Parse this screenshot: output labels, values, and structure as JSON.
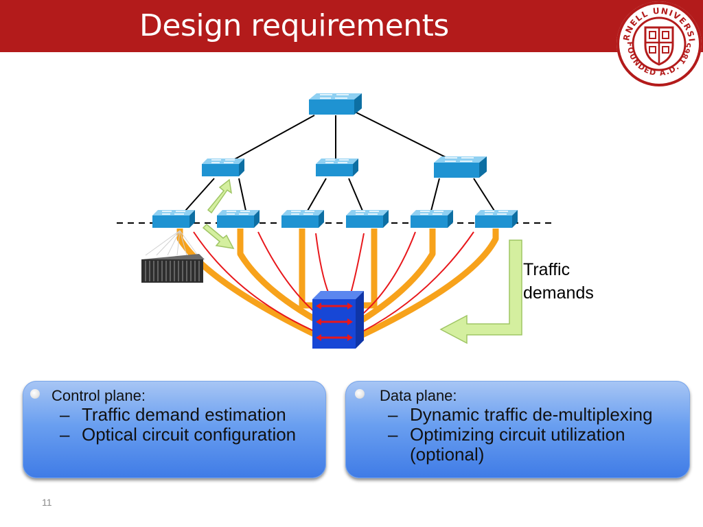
{
  "slide": {
    "title": "Design requirements",
    "page_number": "11"
  },
  "logo": {
    "name": "cornell-university-seal",
    "text_top": "CORNELL UNIVERSITY",
    "text_bottom": "FOUNDED A.D. 1865",
    "color": "#b31b1b"
  },
  "diagram": {
    "traffic_label_line1": "Traffic",
    "traffic_label_line2": "demands",
    "colors": {
      "switch": "#1f93d2",
      "optical_links": "#f7a21b",
      "circuit_lines": "#e8171b",
      "optical_switch": "#1747d6",
      "arrow": "#d4ef9f"
    }
  },
  "control_plane": {
    "heading": "Control plane:",
    "items": [
      "Traffic demand estimation",
      "Optical circuit configuration"
    ]
  },
  "data_plane": {
    "heading": "Data plane:",
    "items": [
      "Dynamic traffic de-multiplexing",
      "Optimizing circuit utilization",
      "(optional)"
    ]
  }
}
